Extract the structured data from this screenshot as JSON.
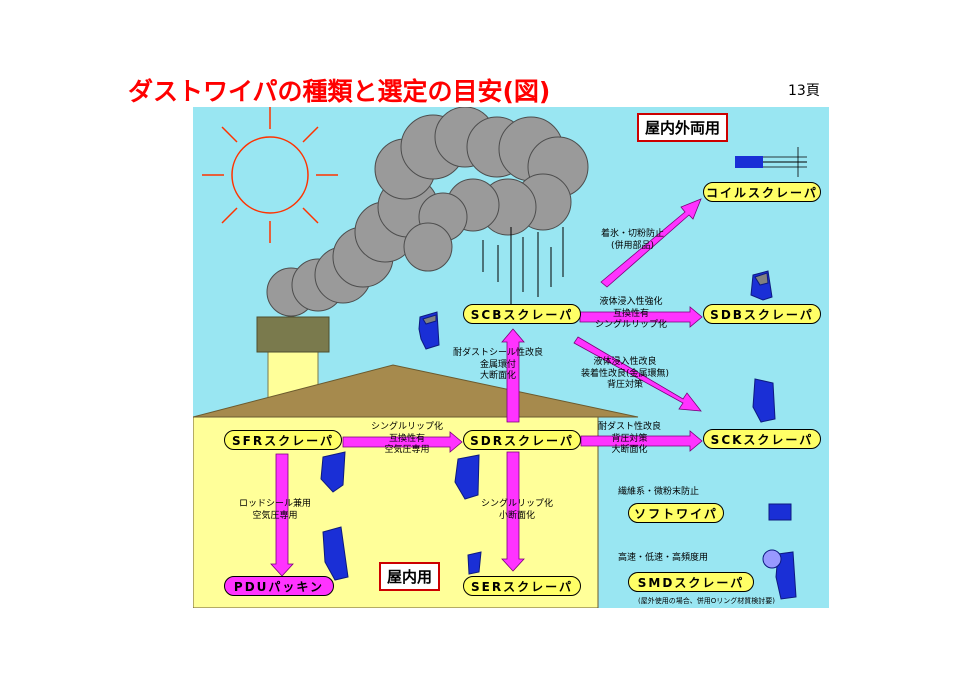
{
  "title": "ダストワイパの種類と選定の目安(図)",
  "page_number": "13頁",
  "areas": {
    "indoor_outdoor": "屋内外両用",
    "indoor": "屋内用"
  },
  "products": {
    "coil": "コイルスクレーパ",
    "scb": "SCBスクレーパ",
    "sdb": "SDBスクレーパ",
    "sck": "SCKスクレーパ",
    "sfr": "SFRスクレーパ",
    "sdr": "SDRスクレーパ",
    "ser": "SERスクレーパ",
    "pdu": "PDUパッキン",
    "soft": "ソフトワイパ",
    "smd": "SMDスクレーパ"
  },
  "notes": {
    "ice": [
      "着氷・切粉防止",
      "(併用部品)"
    ],
    "scb_sdb": [
      "液体浸入性強化",
      "互換性有",
      "シングルリップ化"
    ],
    "scb_sck": [
      "液体浸入性改良",
      "装着性改良(金属環無)",
      "背圧対策"
    ],
    "sdr_scb": [
      "耐ダストシール性改良",
      "金属環付",
      "大断面化"
    ],
    "sfr_sdr": [
      "シングルリップ化",
      "互換性有",
      "空気圧専用"
    ],
    "sdr_sck": [
      "耐ダスト性改良",
      "背圧対策",
      "大断面化"
    ],
    "sfr_pdu": [
      "ロッドシール兼用",
      "空気圧専用"
    ],
    "sdr_ser": [
      "シングルリップ化",
      "小断面化"
    ],
    "soft": "繊維系・微粉末防止",
    "smd": "高速・低速・高頻度用",
    "footnote": "(屋外使用の場合、併用Oリング材質検討要)"
  },
  "colors": {
    "title": "#ff0000",
    "sky": "#99e6f2",
    "pill_yellow": "#ffff66",
    "pill_magenta": "#ff33ff",
    "arrow": "#ff33ff",
    "seal_blue": "#1a2fd6",
    "house": "#ffff99",
    "roof": "#a68a4d",
    "smoke": "#9a9a9a",
    "sun": "#ff3300"
  }
}
